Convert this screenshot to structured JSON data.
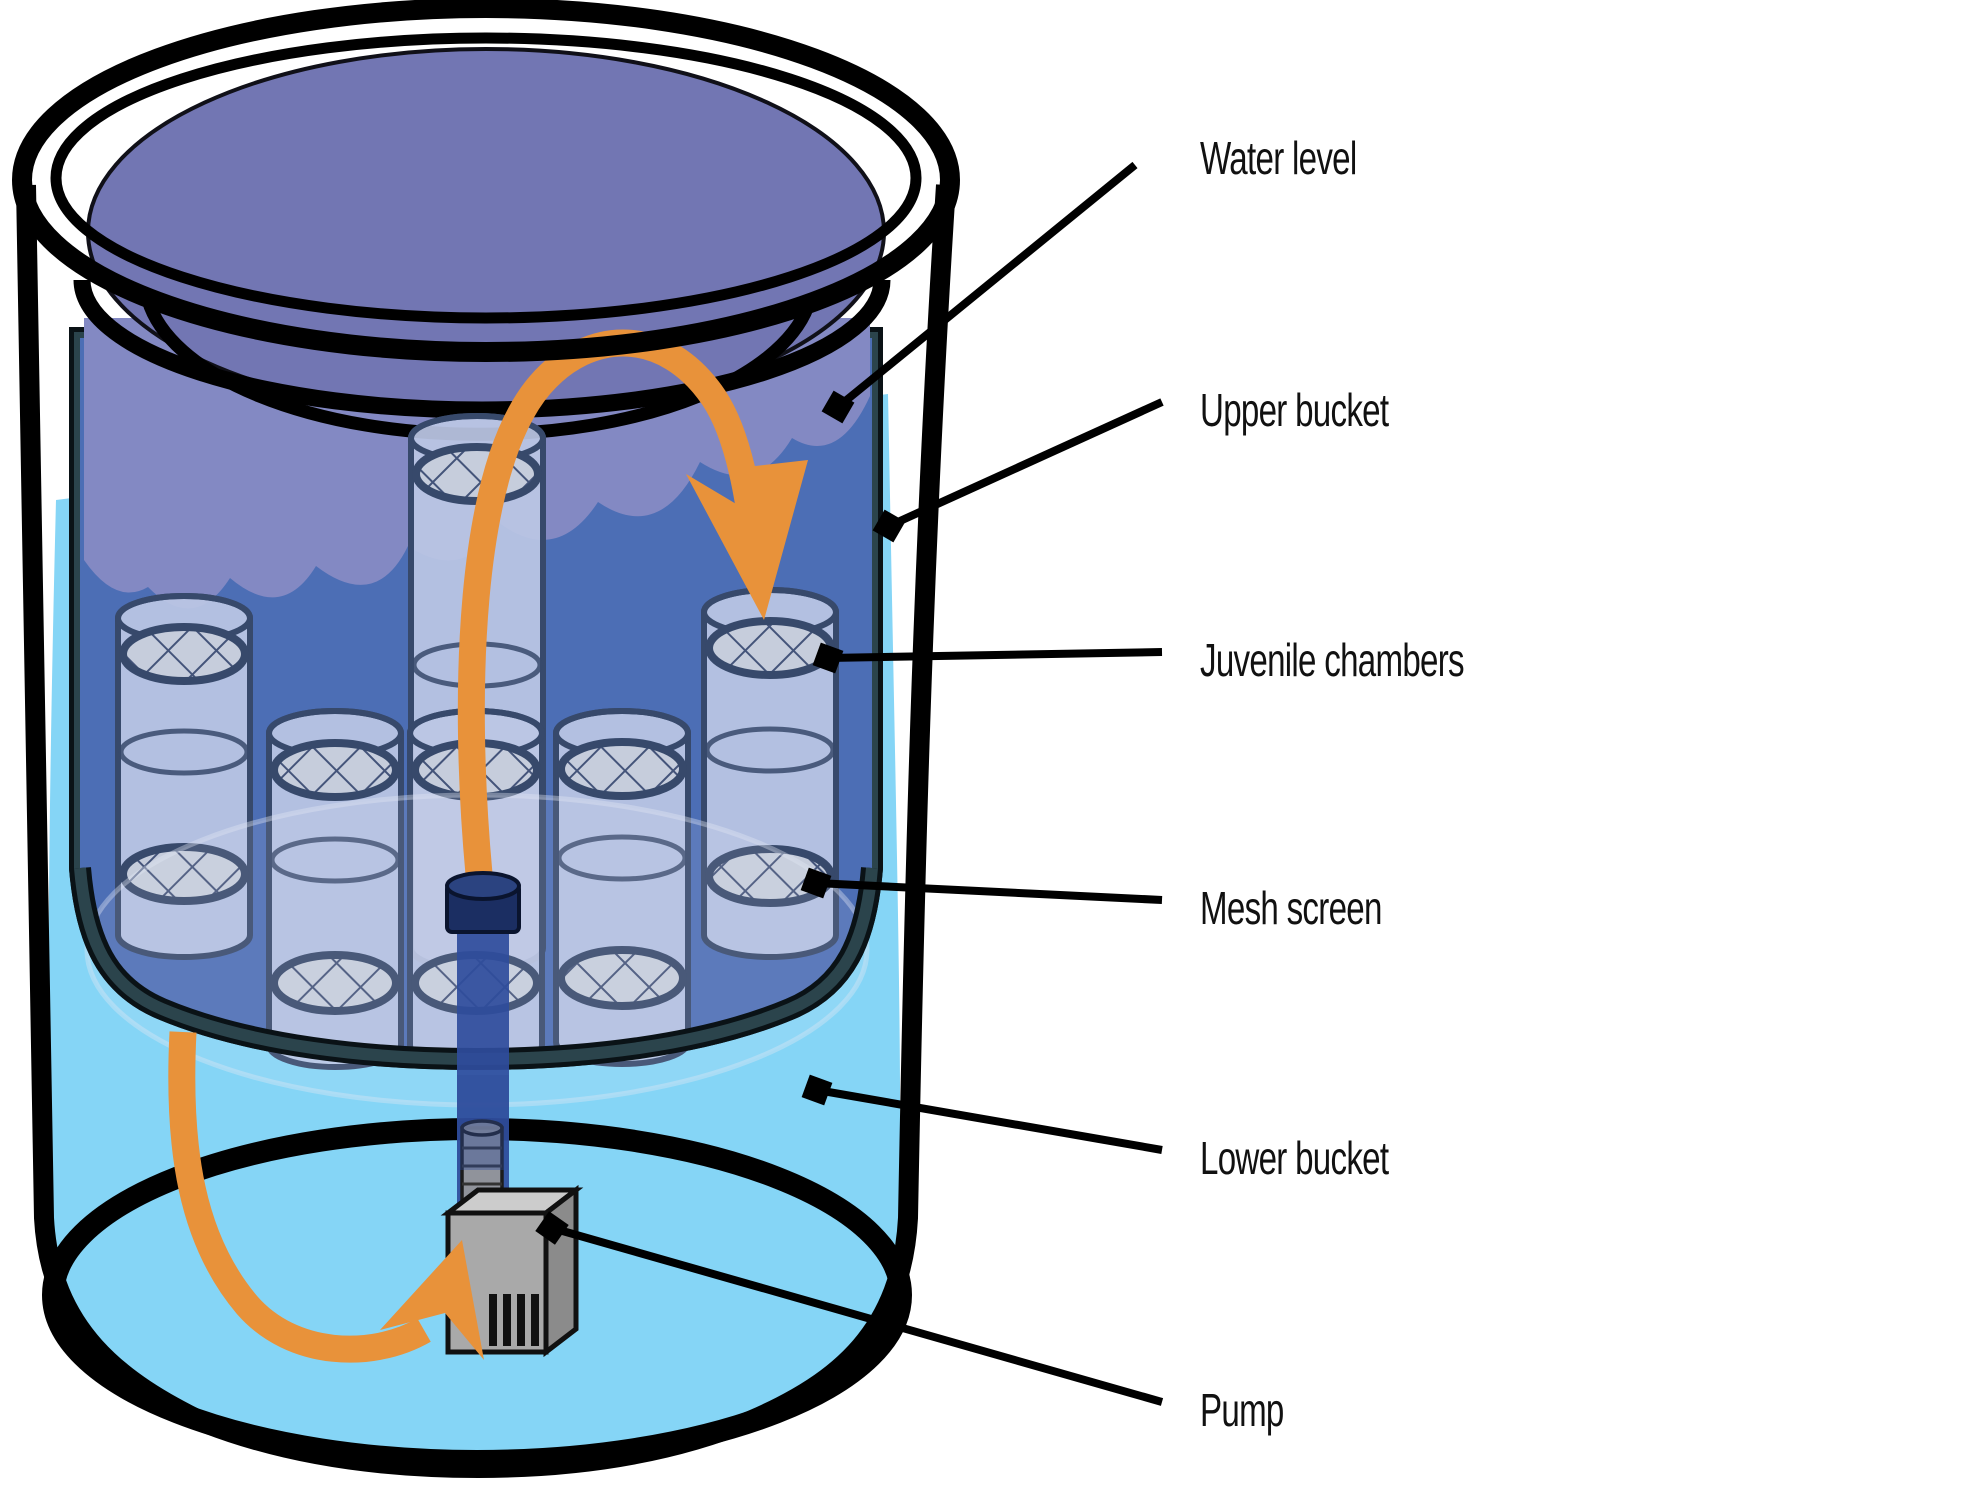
{
  "diagram": {
    "callouts": [
      {
        "id": "water_level",
        "label": "Water level"
      },
      {
        "id": "upper_bucket",
        "label": "Upper bucket"
      },
      {
        "id": "juvenile_chambers",
        "label": "Juvenile chambers"
      },
      {
        "id": "mesh_screen",
        "label": "Mesh screen"
      },
      {
        "id": "lower_bucket",
        "label": "Lower bucket"
      },
      {
        "id": "pump",
        "label": "Pump"
      }
    ],
    "juvenile_chamber_count": 6,
    "flow_arrow_count": 2
  },
  "colors": {
    "outline": "#000000",
    "bucket_edge": "#2B444C",
    "lower_water": "#85D5F6",
    "upper_water": "#4C6EB5",
    "above_water_band": "#8389C3",
    "bucket_top": "#7276B3",
    "chamber_fill": "#BBC6E4",
    "mesh_fill": "#C6CDDC",
    "mesh_grid": "#44547A",
    "chamber_line": "#37496B",
    "flow_arrow": "#E8923A",
    "pipe": "#2F4C9C",
    "pipe_cap": "#1B2E62",
    "pump_front": "#A9A9A9",
    "pump_top": "#CCCCCC",
    "pump_side": "#8B8B8B",
    "label_text": "#111111"
  }
}
